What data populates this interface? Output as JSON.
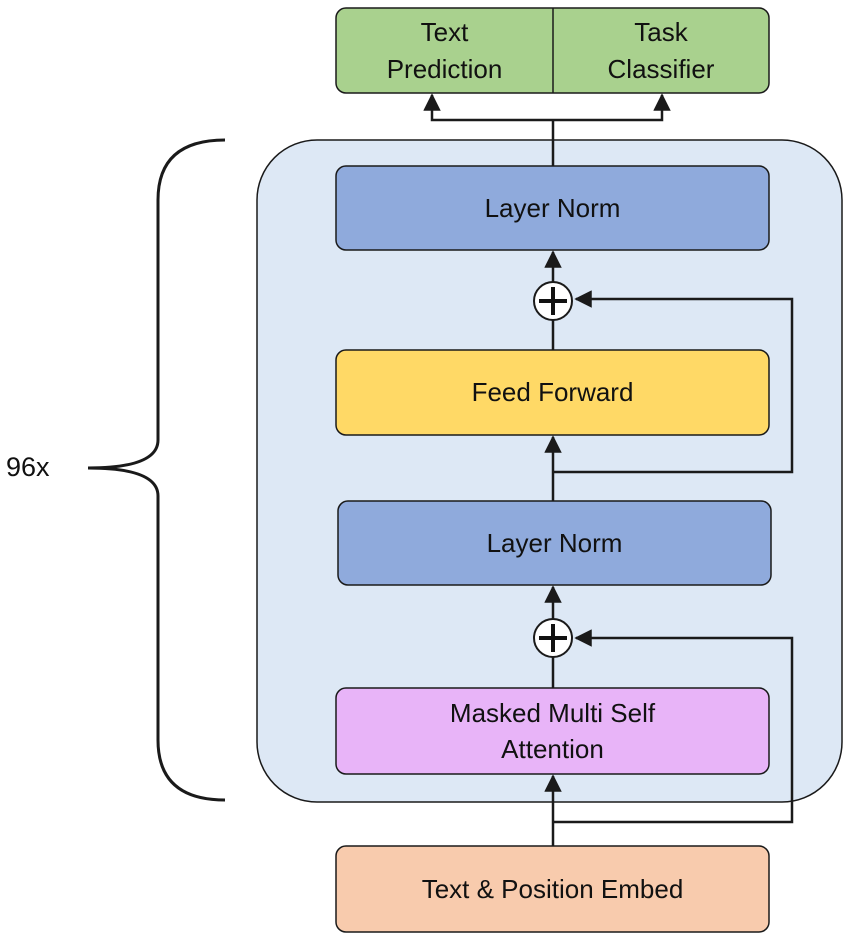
{
  "repeat": {
    "label": "96x"
  },
  "outputs": {
    "text_prediction": "Text\nPrediction",
    "task_classifier": "Task\nClassifier"
  },
  "blocks": {
    "layer_norm_top": "Layer Norm",
    "feed_forward": "Feed Forward",
    "layer_norm_bottom": "Layer Norm",
    "masked_attention": "Masked Multi Self\nAttention",
    "embed": "Text & Position Embed"
  },
  "colors": {
    "output_fill": "#a9d18e",
    "transformer_bg": "#dde8f5",
    "layer_norm": "#8faadc",
    "feed_forward": "#ffd966",
    "attention": "#e8b4f8",
    "embed": "#f8cbad",
    "stroke": "#1a1a1a"
  }
}
